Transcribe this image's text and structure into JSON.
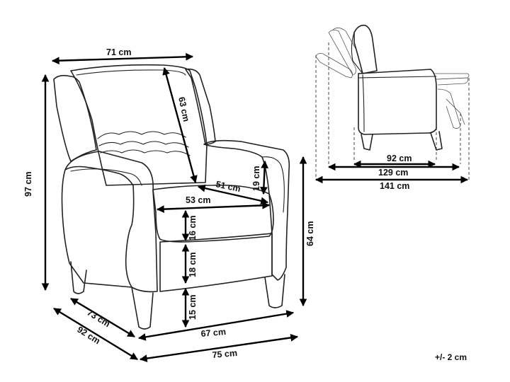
{
  "dimensions": {
    "top_width": "71 cm",
    "back_height": "63 cm",
    "total_height": "97 cm",
    "armrest_height": "19 cm",
    "seat_depth": "51 cm",
    "seat_width": "53 cm",
    "cushion_height": "16 cm",
    "base_height": "18 cm",
    "leg_height": "15 cm",
    "seat_height": "64 cm",
    "inner_width": "67 cm",
    "total_width": "75 cm",
    "inner_depth": "73 cm",
    "total_depth": "92 cm"
  },
  "side_view": {
    "base_length": "92 cm",
    "reclined_length": "129 cm",
    "extended_length": "141 cm"
  },
  "tolerance": "+/- 2 cm"
}
